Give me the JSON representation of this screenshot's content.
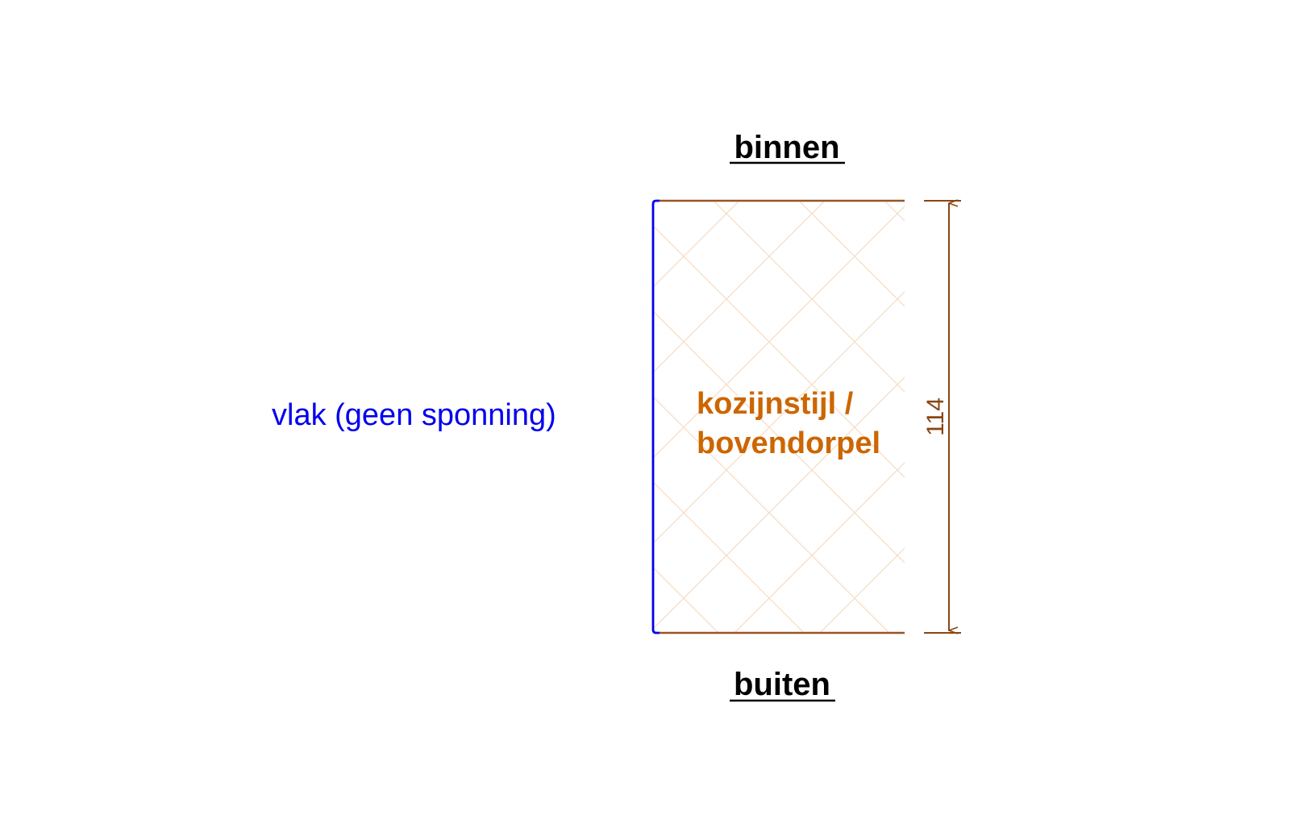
{
  "labels": {
    "inside": "binnen",
    "outside": "buiten",
    "face_type": "vlak (geen sponning)",
    "part_line1": "kozijnstijl /",
    "part_line2": "bovendorpel",
    "dimension": "114"
  },
  "colors": {
    "inside_outside": "#000000",
    "face": "#0000ee",
    "part": "#cc6600",
    "profile_edge": "#995522",
    "dimension": "#8b4513",
    "hatch": "#f5d9c0"
  }
}
